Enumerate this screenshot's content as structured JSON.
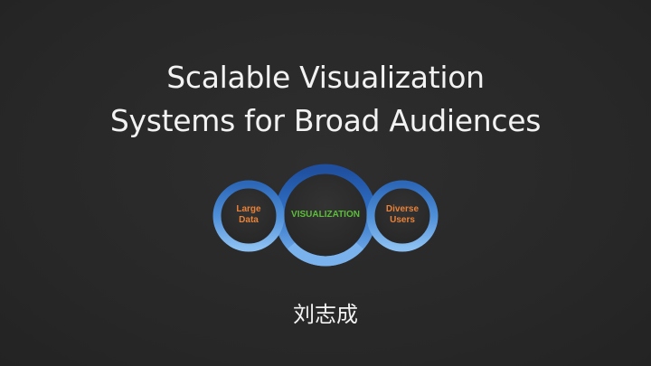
{
  "slide": {
    "title_line1": "Scalable Visualization",
    "title_line2": "Systems for Broad Audiences",
    "author": "刘志成"
  },
  "diagram": {
    "left_circle": "Large\nData",
    "center_circle": "VISUALIZATION",
    "right_circle": "Diverse\nUsers",
    "colors": {
      "ring_light": "#5a9be0",
      "ring_dark": "#1f5aa8",
      "fill": "#2e2e2e",
      "side_text": "#e8823a",
      "center_text": "#5cbf3a"
    }
  }
}
